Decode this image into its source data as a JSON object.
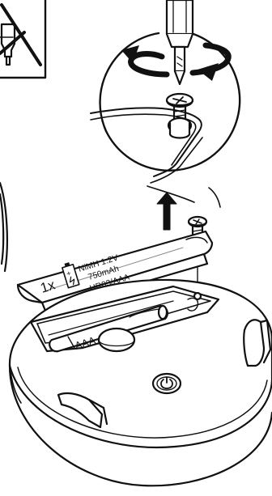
{
  "labels": {
    "battery_count": "1x",
    "battery_spec_line1": "NiMH 1.2V",
    "battery_spec_line2": "750mAh",
    "battery_spec_line3": "HR03/AAA",
    "battery_type": "AAA"
  },
  "icons": {
    "prohibited_tool": "crossed-out-screwdriver-icon",
    "rotate": "counter-clockwise-rotation-arrow-icon",
    "lift": "up-arrow-icon",
    "battery_symbol": "battery-icon",
    "power": "power-icon"
  },
  "colors": {
    "line": "#111111",
    "fill": "#ffffff",
    "shade": "#d9d9d9"
  }
}
